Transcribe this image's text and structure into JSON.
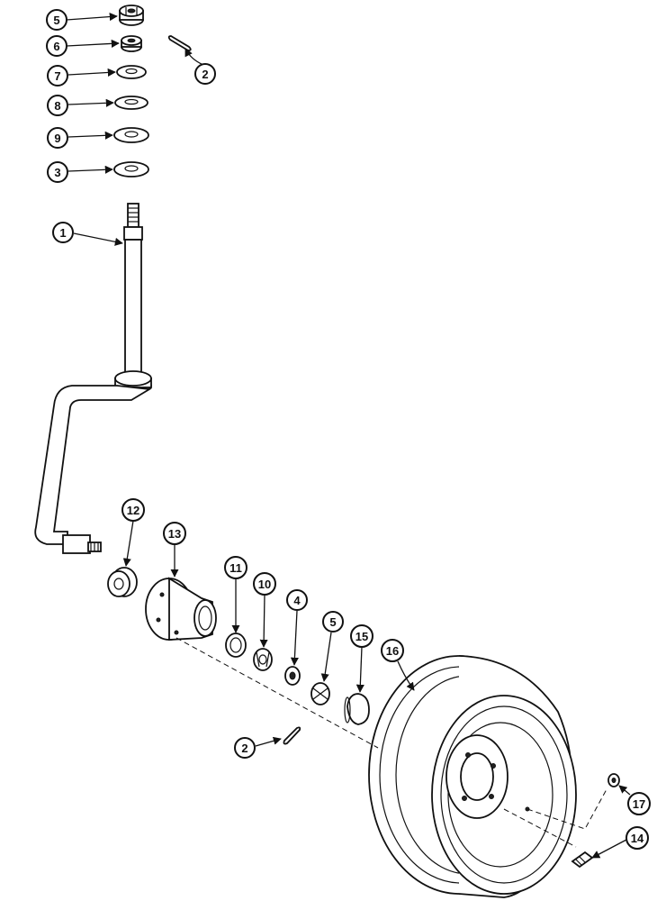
{
  "callouts": [
    {
      "id": "c1",
      "label": "1"
    },
    {
      "id": "c2a",
      "label": "2"
    },
    {
      "id": "c2b",
      "label": "2"
    },
    {
      "id": "c3",
      "label": "3"
    },
    {
      "id": "c4",
      "label": "4"
    },
    {
      "id": "c5a",
      "label": "5"
    },
    {
      "id": "c5b",
      "label": "5"
    },
    {
      "id": "c6",
      "label": "6"
    },
    {
      "id": "c7",
      "label": "7"
    },
    {
      "id": "c8",
      "label": "8"
    },
    {
      "id": "c9",
      "label": "9"
    },
    {
      "id": "c10",
      "label": "10"
    },
    {
      "id": "c11",
      "label": "11"
    },
    {
      "id": "c12",
      "label": "12"
    },
    {
      "id": "c13",
      "label": "13"
    },
    {
      "id": "c14",
      "label": "14"
    },
    {
      "id": "c15",
      "label": "15"
    },
    {
      "id": "c16",
      "label": "16"
    },
    {
      "id": "c17",
      "label": "17"
    }
  ],
  "colors": {
    "ink": "#111111",
    "paper": "#ffffff"
  }
}
